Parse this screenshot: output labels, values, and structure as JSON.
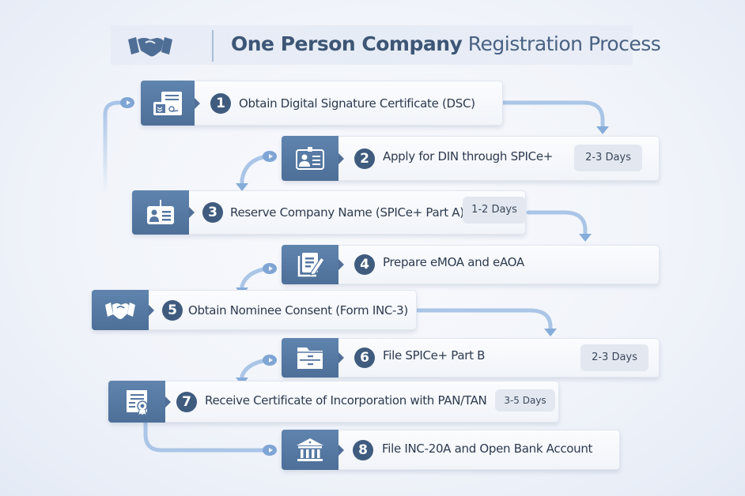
{
  "header": {
    "icon": "handshake-icon",
    "title_bold": "One Person Company",
    "title_regular": "Registration Process"
  },
  "colors": {
    "icon_block": "#5677a2",
    "number_circle": "#3f5b7e",
    "connector": "#a7c3e6",
    "badge_bg": "#e3e8f0",
    "title": "#3f5878"
  },
  "steps": [
    {
      "number": "1",
      "label": "Obtain Digital Signature Certificate (DSC)",
      "icon": "certificate-signature-icon",
      "duration": null
    },
    {
      "number": "2",
      "label": "Apply for DIN through SPICe+",
      "icon": "id-card-icon",
      "duration": "2-3 Days"
    },
    {
      "number": "3",
      "label": "Reserve Company Name (SPICe+ Part A)",
      "icon": "id-badge-icon",
      "duration": "1-2 Days"
    },
    {
      "number": "4",
      "label": "Prepare eMOA and eAOA",
      "icon": "document-edit-icon",
      "duration": null
    },
    {
      "number": "5",
      "label": "Obtain Nominee Consent (Form INC-3)",
      "icon": "handshake-icon",
      "duration": null
    },
    {
      "number": "6",
      "label": "File SPICe+ Part B",
      "icon": "file-folder-icon",
      "duration": "2-3 Days"
    },
    {
      "number": "7",
      "label": "Receive Certificate of Incorporation with PAN/TAN",
      "icon": "certificate-award-icon",
      "duration": "3-5 Days"
    },
    {
      "number": "8",
      "label": "File INC-20A and Open Bank Account",
      "icon": "bank-icon",
      "duration": null
    }
  ]
}
